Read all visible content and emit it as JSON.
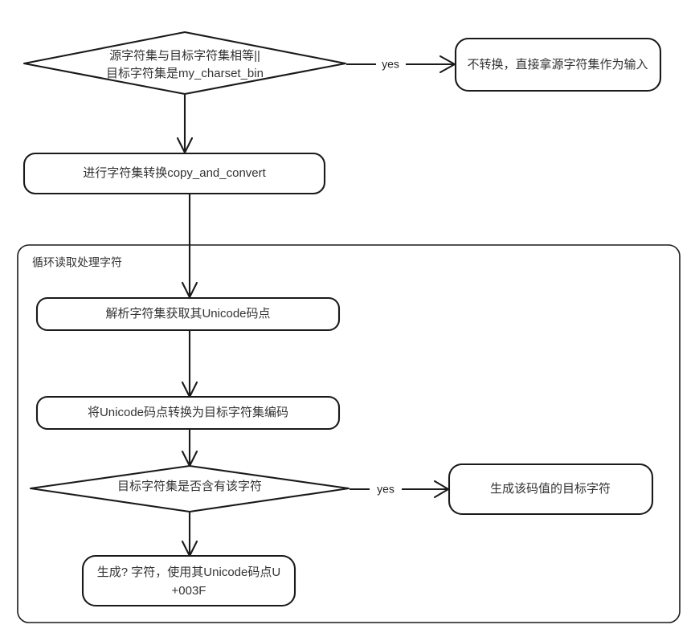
{
  "diagram": {
    "title_present": false,
    "style": "hand-drawn-flowchart",
    "colors": {
      "stroke": "#1a1a1a",
      "fill": "#ffffff",
      "text": "#333333",
      "background": "#ffffff"
    },
    "nodes": {
      "decision_charset_equal": {
        "shape": "diamond",
        "line1": "源字符集与目标字符集相等||",
        "line2": "目标字符集是my_charset_bin"
      },
      "no_convert": {
        "shape": "rounded-rect",
        "line1": "不转换，直接拿源字符集作为输入"
      },
      "do_convert": {
        "shape": "rounded-rect",
        "line1": "进行字符集转换copy_and_convert"
      },
      "parse_unicode": {
        "shape": "rounded-rect",
        "line1": "解析字符集获取其Unicode码点"
      },
      "convert_to_target": {
        "shape": "rounded-rect",
        "line1": "将Unicode码点转换为目标字符集编码"
      },
      "decision_has_char": {
        "shape": "diamond",
        "line1": "目标字符集是否含有该字符"
      },
      "emit_target_char": {
        "shape": "rounded-rect",
        "line1": "生成该码值的目标字符"
      },
      "emit_question_char": {
        "shape": "rounded-rect",
        "line1": "生成? 字符，使用其Unicode码点U",
        "line2": "+003F"
      }
    },
    "group": {
      "loop_label": "循环读取处理字符"
    },
    "edges": {
      "yes_top": "yes",
      "yes_inner": "yes"
    }
  }
}
